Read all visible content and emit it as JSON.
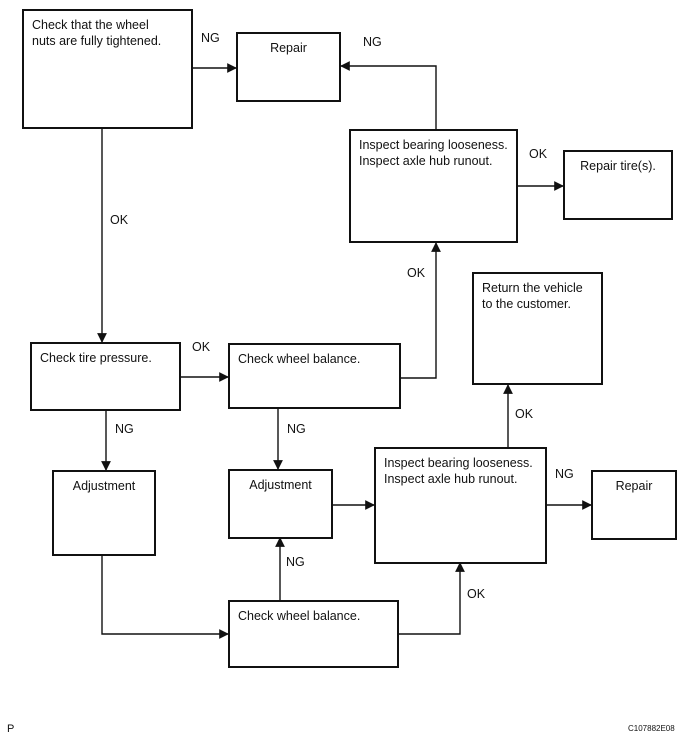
{
  "boxes": {
    "check_nuts": "Check that the wheel\nnuts are fully tightened.",
    "repair_top": "Repair",
    "inspect_top": "Inspect bearing looseness.\nInspect axle hub runout.",
    "repair_tires": "Repair tire(s).",
    "return_vehicle": "Return the vehicle\nto the customer.",
    "check_pressure": "Check tire pressure.",
    "check_balance_1": "Check wheel balance.",
    "adjust_left": "Adjustment",
    "adjust_mid": "Adjustment",
    "inspect_bottom": "Inspect bearing looseness.\nInspect axle hub runout.",
    "repair_bottom": "Repair",
    "check_balance_2": "Check wheel balance."
  },
  "labels": {
    "ng_nuts_repair": "NG",
    "ng_inspect_repair": "NG",
    "ok_inspect_tires": "OK",
    "ok_nuts_pressure": "OK",
    "ok_balance_inspect": "OK",
    "ok_pressure_balance": "OK",
    "ok_inspect_return": "OK",
    "ng_pressure_adjust": "NG",
    "ng_balance_adjust": "NG",
    "ng_inspect_repair2": "NG",
    "ng_balance2_adjust": "NG",
    "ok_balance2_inspect": "OK"
  },
  "footer": {
    "left": "P",
    "right": "C107882E08"
  }
}
